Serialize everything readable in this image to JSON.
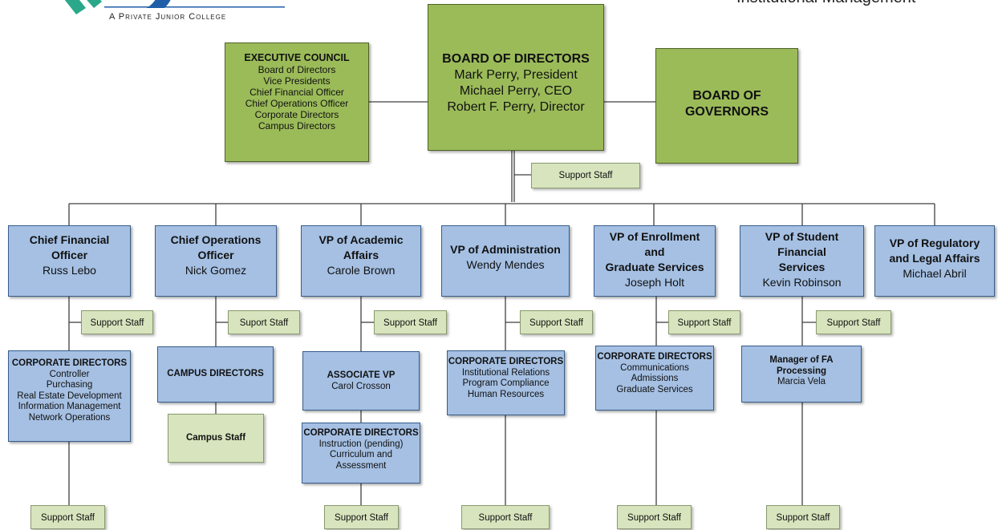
{
  "logo": {
    "tagline": "A Private Junior College"
  },
  "header": {
    "title_partial": "Institutional Management"
  },
  "executive_council": {
    "title": "EXECUTIVE COUNCIL",
    "members": [
      "Board of Directors",
      "Vice Presidents",
      "Chief Financial Officer",
      "Chief Operations Officer",
      "Corporate Directors",
      "Campus Directors"
    ]
  },
  "board_of_directors": {
    "title": "BOARD OF DIRECTORS",
    "members": [
      "Mark Perry, President",
      "Michael Perry, CEO",
      "Robert F. Perry, Director"
    ]
  },
  "board_of_governors": {
    "title_line1": "BOARD OF",
    "title_line2": "GOVERNORS"
  },
  "top_support": "Support Staff",
  "columns": [
    {
      "title_lines": [
        "Chief Financial",
        "Officer"
      ],
      "name": "Russ Lebo",
      "support_mid": "Support Staff",
      "sub": {
        "title": "CORPORATE DIRECTORS",
        "lines": [
          "Controller",
          "Purchasing",
          "Real Estate Development",
          "Information Management",
          "Network Operations"
        ]
      },
      "support_bottom": "Support Staff"
    },
    {
      "title_lines": [
        "Chief Operations",
        "Officer"
      ],
      "name": "Nick Gomez",
      "support_mid": "Suport Staff",
      "sub": {
        "title": "CAMPUS DIRECTORS"
      },
      "sub2": {
        "title": "Campus Staff"
      }
    },
    {
      "title_lines": [
        "VP of Academic",
        "Affairs"
      ],
      "name": "Carole Brown",
      "support_mid": "Support Staff",
      "sub": {
        "title": "ASSOCIATE VP",
        "lines": [
          "Carol Crosson"
        ]
      },
      "sub2": {
        "title": "CORPORATE DIRECTORS",
        "lines": [
          "Instruction (pending)",
          "Curriculum and",
          "Assessment"
        ]
      },
      "support_bottom": "Support Staff"
    },
    {
      "title_lines": [
        "VP of Administration"
      ],
      "name": "Wendy Mendes",
      "support_mid": "Support Staff",
      "sub": {
        "title": "CORPORATE DIRECTORS",
        "lines": [
          "Institutional Relations",
          "Program Compliance",
          "Human Resources"
        ]
      },
      "support_bottom": "Support Staff"
    },
    {
      "title_lines": [
        "VP of Enrollment",
        "and",
        "Graduate Services"
      ],
      "name": "Joseph Holt",
      "support_mid": "Support Staff",
      "sub": {
        "title": "CORPORATE DIRECTORS",
        "lines": [
          "Communications",
          "Admissions",
          "Graduate Services"
        ]
      },
      "support_bottom": "Support Staff"
    },
    {
      "title_lines": [
        "VP of Student",
        "Financial",
        "Services"
      ],
      "name": "Kevin Robinson",
      "support_mid": "Support Staff",
      "sub": {
        "title_lines": [
          "Manager of FA",
          "Processing"
        ],
        "lines": [
          "Marcia Vela"
        ]
      },
      "support_bottom": "Support Staff"
    },
    {
      "title_lines": [
        "VP of Regulatory",
        "and Legal Affairs"
      ],
      "name": "Michael Abril"
    }
  ],
  "colors": {
    "green": "#9bbb59",
    "blue": "#a5c0e3",
    "light_green": "#d7e4bd",
    "logo_teal": "#2aa889",
    "logo_blue": "#1f5fa8"
  }
}
